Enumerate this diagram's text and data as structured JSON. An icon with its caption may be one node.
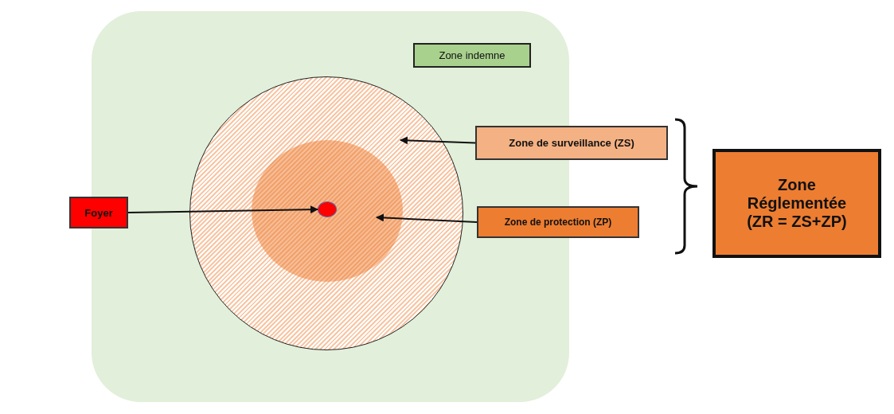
{
  "diagram": {
    "nodes": [
      {
        "text": [
          "Zone indemne"
        ]
      },
      {
        "text": [],
        "shape": "circle"
      },
      {
        "text": [],
        "shape": "circle",
        "in": 1
      },
      {
        "text": [],
        "shape": "circle",
        "in": 2
      },
      {
        "text": [
          "Zone de surveillance (ZS)"
        ]
      },
      {
        "text": [
          "Zone de protection (ZP)"
        ]
      },
      {
        "text": [
          "Foyer"
        ]
      },
      {
        "text": [
          "Zone Réglementée (ZR = ZS+ZP)"
        ]
      }
    ],
    "edges": [
      {
        "from": 4,
        "to": 1,
        "arrow": "to"
      },
      {
        "from": 5,
        "to": 2,
        "arrow": "to"
      },
      {
        "from": 6,
        "to": 3,
        "arrow": "to"
      }
    ]
  }
}
